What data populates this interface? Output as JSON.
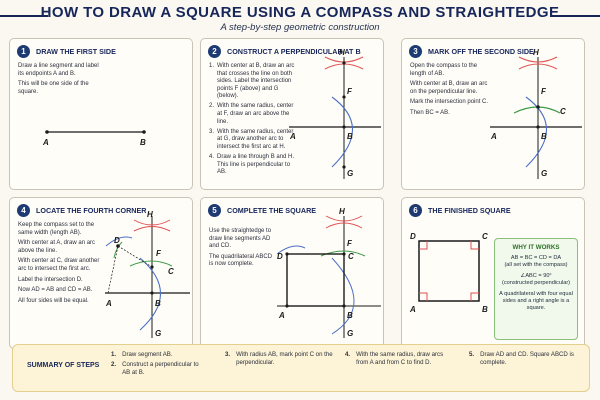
{
  "title": "HOW TO DRAW A SQUARE USING A COMPASS AND STRAIGHTEDGE",
  "subtitle": "A step-by-step geometric construction",
  "panels": [
    {
      "num": "1",
      "title": "DRAW THE FIRST SIDE",
      "lines": [
        "Draw a line segment and label its endpoints A and B.",
        "This will be one side of the square."
      ]
    },
    {
      "num": "2",
      "title": "CONSTRUCT A PERPENDICULAR AT B",
      "steps": [
        "With center at B, draw an arc that crosses the line on both sides. Label the intersection points F (above) and G (below).",
        "With the same radius, center at F, draw an arc above the line.",
        "With the same radius, center at G, draw another arc to intersect the first arc at H.",
        "Draw a line through B and H. This line is perpendicular to AB."
      ]
    },
    {
      "num": "3",
      "title": "MARK OFF THE SECOND SIDE",
      "lines": [
        "Open the compass to the length of AB.",
        "With center at B, draw an arc on the perpendicular line.",
        "Mark the intersection point C.",
        "Then BC = AB."
      ]
    },
    {
      "num": "4",
      "title": "LOCATE THE FOURTH CORNER",
      "lines": [
        "Keep the compass set to the same width (length AB).",
        "With center at A, draw an arc above the line.",
        "With center at C, draw another arc to intersect the first arc.",
        "Label the intersection D.",
        "Now AD = AB and CD = AB.",
        "All four sides will be equal."
      ]
    },
    {
      "num": "5",
      "title": "COMPLETE THE SQUARE",
      "lines": [
        "Use the straightedge to draw line segments AD and CD.",
        "The quadrilateral ABCD is now complete."
      ]
    },
    {
      "num": "6",
      "title": "THE FINISHED SQUARE"
    }
  ],
  "why": {
    "title": "WHY IT WORKS",
    "l1": "AB = BC = CD = DA",
    "l2": "(all set with the compass)",
    "l3": "∠ABC = 90°",
    "l4": "(constructed perpendicular)",
    "l5": "A quadrilateral with four equal sides and a right angle is a square."
  },
  "points": {
    "A": "A",
    "B": "B",
    "C": "C",
    "D": "D",
    "F": "F",
    "G": "G",
    "H": "H"
  },
  "summary": {
    "title": "SUMMARY OF STEPS",
    "steps": [
      {
        "n": "1.",
        "t": "Draw segment AB."
      },
      {
        "n": "2.",
        "t": "Construct a perpendicular to AB at B."
      },
      {
        "n": "3.",
        "t": "With radius AB, mark point C on the perpendicular."
      },
      {
        "n": "4.",
        "t": "With the same radius, draw arcs from A and from C to find D."
      },
      {
        "n": "5.",
        "t": "Draw AD and CD. Square ABCD is complete."
      }
    ]
  },
  "colors": {
    "navy": "#1d3a73",
    "arc_red": "#e05050",
    "arc_blue": "#4a6fc9",
    "arc_green": "#3f9a4a",
    "line": "#1a1a1a",
    "why_green": "#2e6f2b"
  }
}
